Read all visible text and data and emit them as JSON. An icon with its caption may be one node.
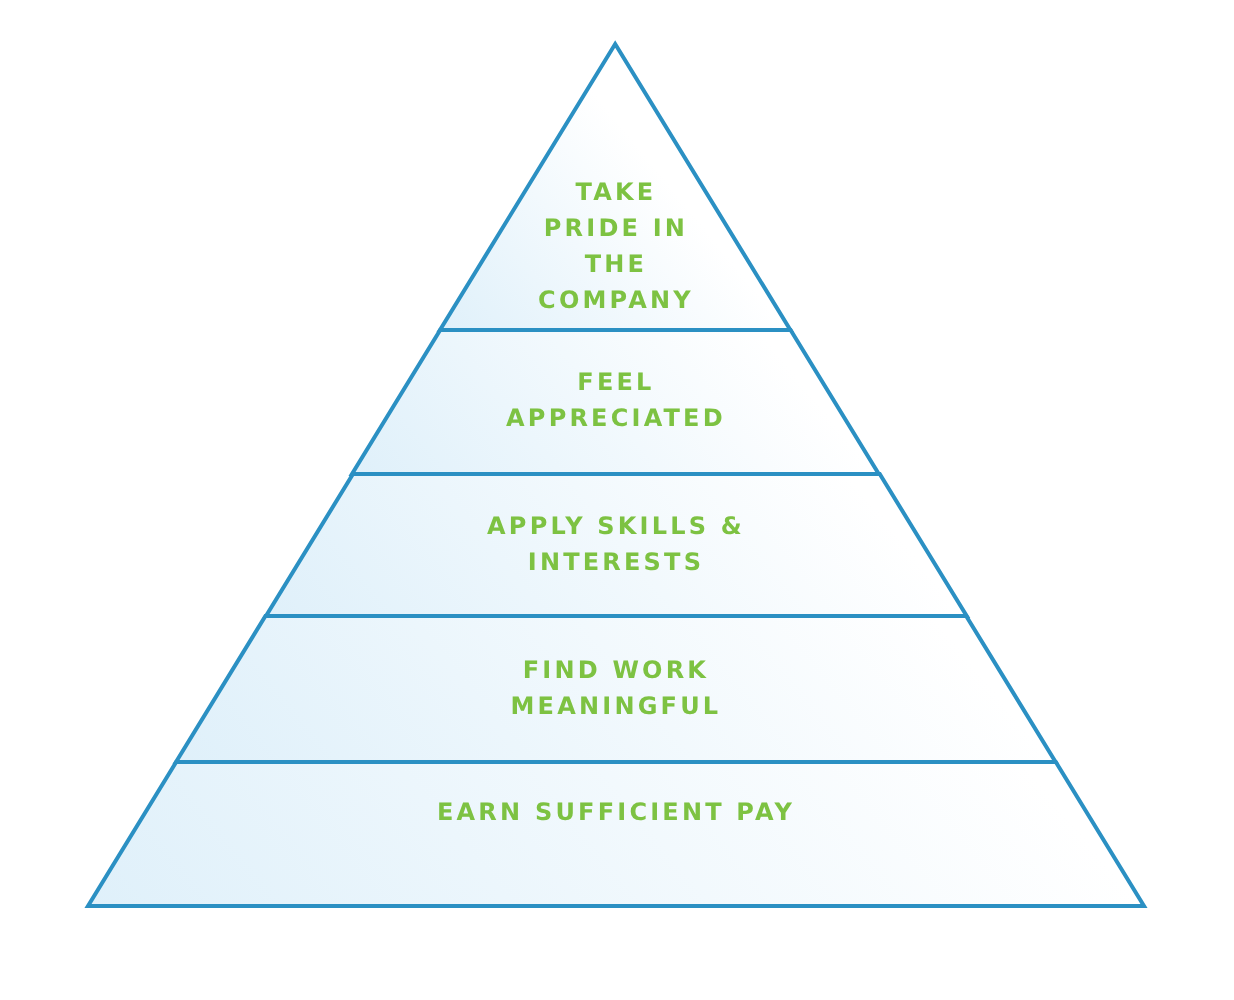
{
  "diagram": {
    "nodes": [
      {
        "text": [
          "TAKE PRIDE IN THE COMPANY"
        ]
      },
      {
        "text": [
          "FEEL APPRECIATED"
        ]
      },
      {
        "text": [
          "APPLY SKILLS & INTERESTS"
        ]
      },
      {
        "text": [
          "FIND WORK MEANINGFUL"
        ]
      },
      {
        "text": [
          "EARN SUFFICIENT PAY"
        ]
      }
    ]
  }
}
